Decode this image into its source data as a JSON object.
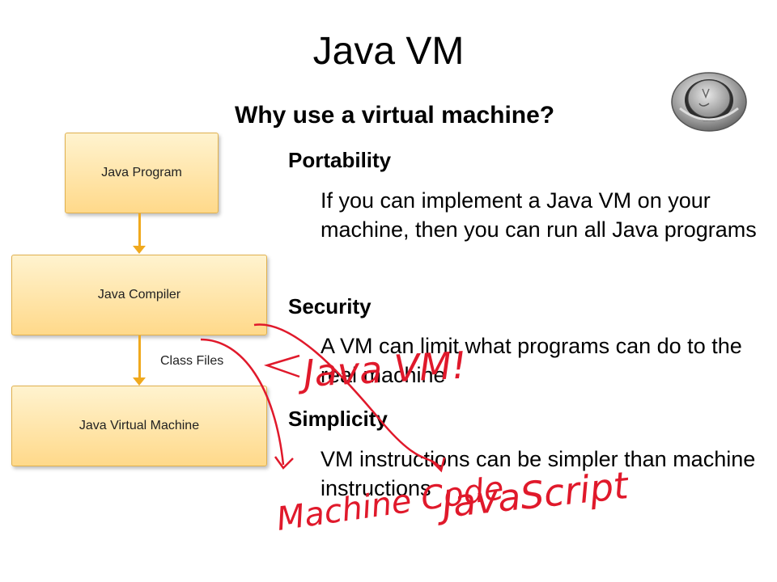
{
  "slide": {
    "title": "Java VM",
    "subtitle": "Why use a virtual machine?"
  },
  "sections": [
    {
      "heading": "Portability",
      "body": "If you can implement a Java VM on your machine, then you can run all Java programs"
    },
    {
      "heading": "Security",
      "body": "A VM can limit what programs can do to the real machine"
    },
    {
      "heading": "Simplicity",
      "body": "VM instructions can be simpler than machine instructions"
    }
  ],
  "diagram": {
    "boxes": [
      "Java Program",
      "Java Compiler",
      "Java Virtual Machine"
    ],
    "edge_label": "Class Files"
  },
  "annotations": {
    "java_vm_note": "Java VM!",
    "machine_code_note": "Machine Code",
    "javascript_note": "JavaScript"
  },
  "colors": {
    "box_fill_top": "#fff3cf",
    "box_fill_bottom": "#ffd98a",
    "arrow": "#f0a91e",
    "ink": "#e0192b"
  }
}
